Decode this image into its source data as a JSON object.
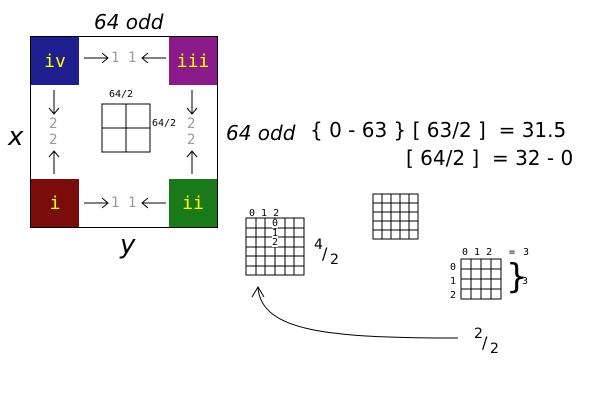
{
  "colors": {
    "corner_iv": "#1f1f8f",
    "corner_iii": "#8b1a8b",
    "corner_i": "#7a0c0c",
    "corner_ii": "#1a7a1a",
    "corner_text": "#ffff00",
    "arrow_numbers": "#9a9a9a"
  },
  "square": {
    "top_label": "64 odd",
    "left_label": "x",
    "bottom_label": "y",
    "corners": {
      "iv": "iv",
      "iii": "iii",
      "i": "i",
      "ii": "ii"
    },
    "top_arrows": "1 1",
    "bottom_arrows": "1 1",
    "left_arrows": [
      "2",
      "2"
    ],
    "right_arrows": [
      "2",
      "2"
    ],
    "center_top_label": "64/2",
    "center_right_label": "64/2"
  },
  "equations": {
    "label": "64 odd",
    "line1": "{ 0 - 63 } [ 63/2 ]  = 31.5",
    "line2": "[ 64/2 ]  = 32 - 0"
  },
  "grid_a": {
    "header": "0 1 2",
    "cells": [
      "0",
      "1",
      "2"
    ],
    "fraction_num": "4",
    "fraction_den": "2"
  },
  "grid_c": {
    "header": "0 1 2",
    "equals": "=",
    "header_value": "3",
    "rows": [
      "0",
      "1",
      "2"
    ],
    "brace_value": "3"
  },
  "curve_fraction": {
    "num": "2",
    "den": "2"
  }
}
